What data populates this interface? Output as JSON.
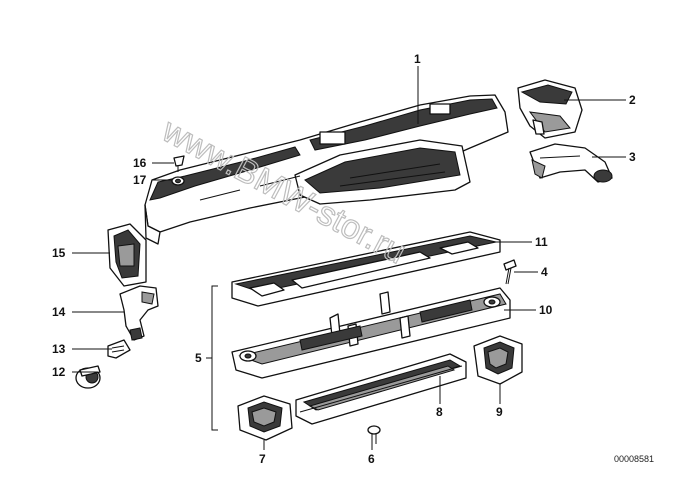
{
  "diagram": {
    "watermark": "www.BMW-stor.ru",
    "reference_number": "00008581",
    "callouts": [
      {
        "id": "1",
        "label": "1"
      },
      {
        "id": "2",
        "label": "2"
      },
      {
        "id": "3",
        "label": "3"
      },
      {
        "id": "4",
        "label": "4"
      },
      {
        "id": "5",
        "label": "5"
      },
      {
        "id": "6",
        "label": "6"
      },
      {
        "id": "7",
        "label": "7"
      },
      {
        "id": "8",
        "label": "8"
      },
      {
        "id": "9",
        "label": "9"
      },
      {
        "id": "10",
        "label": "10"
      },
      {
        "id": "11",
        "label": "11"
      },
      {
        "id": "12",
        "label": "12"
      },
      {
        "id": "13",
        "label": "13"
      },
      {
        "id": "14",
        "label": "14"
      },
      {
        "id": "15",
        "label": "15"
      },
      {
        "id": "16",
        "label": "16"
      },
      {
        "id": "17",
        "label": "17"
      }
    ]
  }
}
